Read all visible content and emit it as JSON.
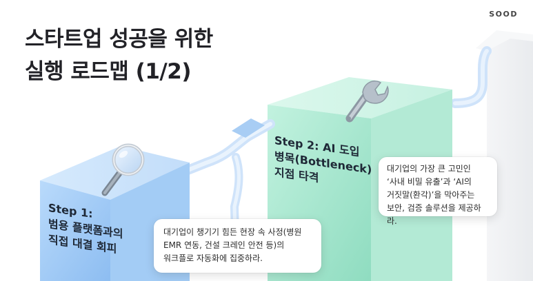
{
  "brand": "SOOD",
  "title": {
    "line1": "스타트업 성공을 위한",
    "line2": "실행 로드맵 (1/2)"
  },
  "steps": [
    {
      "label_line1": "Step 1:",
      "label_line2": "범용 플랫폼과의",
      "label_line3": "직접 대결 회피",
      "icon": "magnifier-icon",
      "color": "#a9cff5",
      "description_line1": "대기업이 챙기기 힘든 현장 속 사정(병원",
      "description_line2": "EMR 연동, 건설 크레인 안전 등)의",
      "description_line3": "워크플로 자동화에 집중하라."
    },
    {
      "label_line1": "Step 2: AI 도입",
      "label_line2": "병목(Bottleneck)",
      "label_line3": "지점 타격",
      "icon": "wrench-icon",
      "color": "#a8e8cf",
      "description_line1": "대기업의 가장 큰 고민인",
      "description_line2": "‘사내 비밀 유출’과 ‘AI의",
      "description_line3": "거짓말(환각)’을 막아주는",
      "description_line4": "보안, 검증 솔루션을 제공하라."
    }
  ]
}
